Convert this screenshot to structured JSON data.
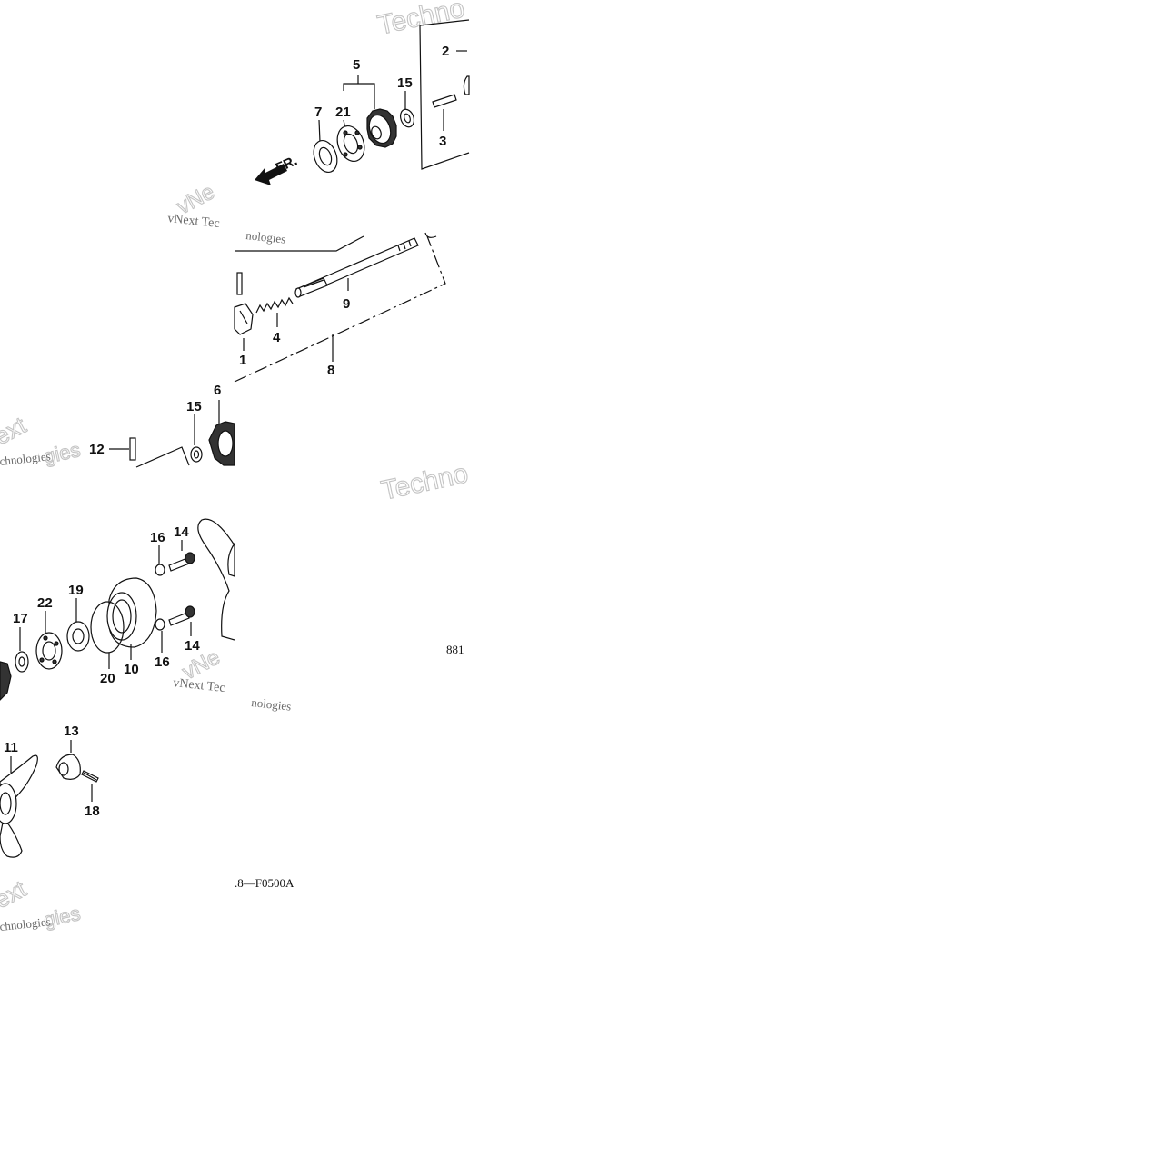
{
  "diagram": {
    "part_callouts": [
      {
        "id": "c2",
        "label": "2"
      },
      {
        "id": "c5",
        "label": "5"
      },
      {
        "id": "c15a",
        "label": "15"
      },
      {
        "id": "c7",
        "label": "7"
      },
      {
        "id": "c21",
        "label": "21"
      },
      {
        "id": "c3",
        "label": "3"
      },
      {
        "id": "c9",
        "label": "9"
      },
      {
        "id": "c4",
        "label": "4"
      },
      {
        "id": "c1",
        "label": "1"
      },
      {
        "id": "c8",
        "label": "8"
      },
      {
        "id": "c6",
        "label": "6"
      },
      {
        "id": "c15b",
        "label": "15"
      },
      {
        "id": "c12",
        "label": "12"
      },
      {
        "id": "c16a",
        "label": "16"
      },
      {
        "id": "c14a",
        "label": "14"
      },
      {
        "id": "c22",
        "label": "22"
      },
      {
        "id": "c19",
        "label": "19"
      },
      {
        "id": "c17",
        "label": "17"
      },
      {
        "id": "c16b",
        "label": "16"
      },
      {
        "id": "c14b",
        "label": "14"
      },
      {
        "id": "c20",
        "label": "20"
      },
      {
        "id": "c10",
        "label": "10"
      },
      {
        "id": "c13",
        "label": "13"
      },
      {
        "id": "c11",
        "label": "11"
      },
      {
        "id": "c18",
        "label": "18"
      }
    ],
    "direction_arrow_label": "FR.",
    "reference_codes": {
      "fragment_881": "881",
      "diagram_code": ".8—F0500A"
    },
    "watermark_texts": {
      "techno_a": "Techno",
      "techno_b": "Techno",
      "vnext_a": "vNext Tec",
      "vnext_b": "vNext Tec",
      "nologies_a": "nologies",
      "nologies_b": "nologies",
      "ext_a": "ext",
      "ext_b": "ext",
      "chnologies_a": "chnologies",
      "chnologies_b": "chnologies"
    }
  }
}
